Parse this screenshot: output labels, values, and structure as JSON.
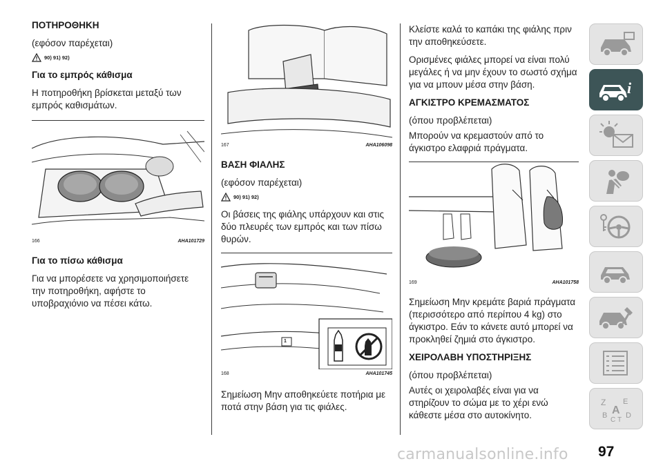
{
  "page_number": "97",
  "watermark": "carmanualsonline.info",
  "col1": {
    "title": "ΠΟΤΗΡΟΘΗΚΗ",
    "optional": "(εφόσον παρέχεται)",
    "refs": "90) 91) 92)",
    "front_heading": "Για το εμπρός κάθισμα",
    "front_text": "Η ποτηροθήκη βρίσκεται μεταξύ των εμπρός καθισμάτων.",
    "fig_num": "166",
    "fig_code": "AHA101729",
    "rear_heading": "Για το πίσω κάθισμα",
    "rear_text": "Για να μπορέσετε να χρησιμοποιήσετε την ποτηροθήκη, αφήστε το υποβραχιόνιο να πέσει κάτω."
  },
  "col2": {
    "fig1_num": "167",
    "fig1_code": "AHA106098",
    "title": "ΒΑΣΗ ΦΙΑΛΗΣ",
    "optional": "(εφόσον παρέχεται)",
    "refs": "90) 91) 92)",
    "text": "Οι βάσεις της φιάλης υπάρχουν και στις δύο πλευρές των εμπρός και των πίσω θυρών.",
    "fig2_num": "168",
    "fig2_code": "AHA101745",
    "fig2_tag": "1",
    "note": "Σημείωση Μην αποθηκεύετε ποτήρια με ποτά στην βάση για τις φιάλες."
  },
  "col3": {
    "intro1": "Κλείστε καλά το καπάκι της φιάλης πριν την αποθηκεύσετε.",
    "intro2": "Ορισμένες φιάλες μπορεί να είναι πολύ μεγάλες ή να μην έχουν το σωστό σχήμα για να μπουν μέσα στην βάση.",
    "hook_title": "ΑΓΚΙΣΤΡΟ ΚΡΕΜΑΣΜΑΤΟΣ",
    "hook_optional": "(όπου προβλέπεται)",
    "hook_text": "Μπορούν να κρεμαστούν από το άγκιστρο ελαφριά πράγματα.",
    "fig_num": "169",
    "fig_code": "AHA101758",
    "note": "Σημείωση Μην κρεμάτε βαριά πράγματα (περισσότερο από περίπου 4 kg) στο άγκιστρο. Εάν το κάνετε αυτό μπορεί να προκληθεί ζημιά στο άγκιστρο.",
    "grip_title": "ΧΕΙΡΟΛΑΒΗ ΥΠΟΣΤΗΡΙΞΗΣ",
    "grip_optional": "(όπου προβλέπεται)",
    "grip_text": "Αυτές οι χειρολαβές είναι για να στηρίζουν το σώμα με το χέρι ενώ κάθεστε μέσα στο αυτοκίνητο."
  },
  "tabs": [
    {
      "icon": "car-dashboard-icon",
      "active": false
    },
    {
      "icon": "car-info-icon",
      "active": true
    },
    {
      "icon": "warning-light-message-icon",
      "active": false
    },
    {
      "icon": "airbag-person-icon",
      "active": false
    },
    {
      "icon": "steering-wheel-key-icon",
      "active": false
    },
    {
      "icon": "car-breakdown-icon",
      "active": false
    },
    {
      "icon": "car-tools-icon",
      "active": false
    },
    {
      "icon": "spec-list-icon",
      "active": false
    },
    {
      "icon": "alphabetical-index-icon",
      "active": false
    }
  ],
  "colors": {
    "active_tab": "#3d5557",
    "tab_bg": "#e4e4e4",
    "icon_gray": "#9a9a9a"
  }
}
